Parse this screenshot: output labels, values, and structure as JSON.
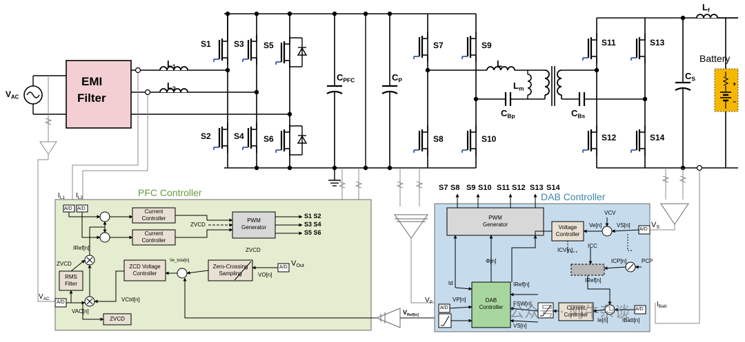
{
  "emi": {
    "line1": "EMI",
    "line2": "Filter"
  },
  "source": {
    "label": "V",
    "sub": "AC"
  },
  "inductors": {
    "l1": "L",
    "l1_sub": "1",
    "l2": "L",
    "l2_sub": "2",
    "l": "L",
    "lm": "L",
    "lm_sub": "m",
    "lf": "L",
    "lf_sub": "f"
  },
  "switches": {
    "s1": "S1",
    "s2": "S2",
    "s3": "S3",
    "s4": "S4",
    "s5": "S5",
    "s6": "S6",
    "s7": "S7",
    "s8": "S8",
    "s9": "S9",
    "s10": "S10",
    "s11": "S11",
    "s12": "S12",
    "s13": "S13",
    "s14": "S14"
  },
  "caps": {
    "cpfc": "C",
    "cpfc_sub": "PFC",
    "cp": "C",
    "cp_sub": "P",
    "cbp": "C",
    "cbp_sub": "Bp",
    "cbs": "C",
    "cbs_sub": "Bs",
    "cs": "C",
    "cs_sub": "S"
  },
  "battery": {
    "label": "Battery",
    "plus": "+",
    "minus": "−"
  },
  "pfc": {
    "title": "PFC Controller",
    "il1": "I",
    "il1_sub": "L1",
    "il2": "I",
    "il2_sub": "L2",
    "ad": "A/D",
    "cc1": "Current\nController",
    "cc2": "Current\nController",
    "zvcd_in": "ZVCD",
    "pwm": "PWM\nGenerator",
    "out1": "S1 S2",
    "out2": "S3 S4",
    "out3": "S5 S6",
    "iref": "IRef[n]",
    "zvcd_side": "ZVCD",
    "rms": "RMS\nFilter",
    "zcd_vc": "ZCD Voltage\nController",
    "vetotal": "Ve_total[n]",
    "zcs": "Zero-Crossing\nSampling",
    "zvcd_top": "ZVCD",
    "vout": "V",
    "vout_sub": "Out",
    "vo": "VO[n]",
    "vac": "V",
    "vac_sub": "AC",
    "vacn": "VAC[n]",
    "vctrl": "VCtrl[n]",
    "zvcd_box": "ZVCD"
  },
  "dab": {
    "title": "DAB Controller",
    "outs": "S7 S8   S9 S10   S11 S12   S13 S14",
    "out_a": "S7",
    "out_b": "S8",
    "out_c": "S9",
    "out_d": "S10",
    "out_e": "S11",
    "out_f": "S12",
    "out_g": "S13",
    "out_h": "S14",
    "pwm": "PWM\nGenerator",
    "vcv": "VCV",
    "vc": "Voltage\nController",
    "ve": "Ve[n]",
    "vsn": "VS[n]",
    "vs": "V",
    "vs_sub": "S",
    "ad": "A/D",
    "icv": "ICV[n]",
    "icc": "ICC",
    "icp": "ICP[n]",
    "pcp": "PCP",
    "iref": "IRef[n]",
    "phi": "Φ[n]",
    "td": "td",
    "dabc": "DAB\nController",
    "vp": "V",
    "vp_sub": "P",
    "vpn": "VP[n]",
    "irefn2": "IRef[n]",
    "fsw": "FSW[n]",
    "vsn2": "VS[n]",
    "ccur": "Current\nController",
    "ien": "Ie[n]",
    "ibatt": "I",
    "ibatt_sub": "Batt",
    "ibattn": "IBatt[n]",
    "vref": "V",
    "vref_sub": "Ref[n]"
  },
  "colors": {
    "emi": "#f3cfd4",
    "pfc_bg": "#e4edcf",
    "pfc_title": "#6a9a3a",
    "dab_bg": "#c6dced",
    "dab_title": "#3d86a8",
    "battery": "#f5b700",
    "box": "#e8e0d2",
    "pwm": "#d8d8d8",
    "dabbox": "#a7d79e"
  },
  "watermark": "公众号 · 阿牛杂谈"
}
